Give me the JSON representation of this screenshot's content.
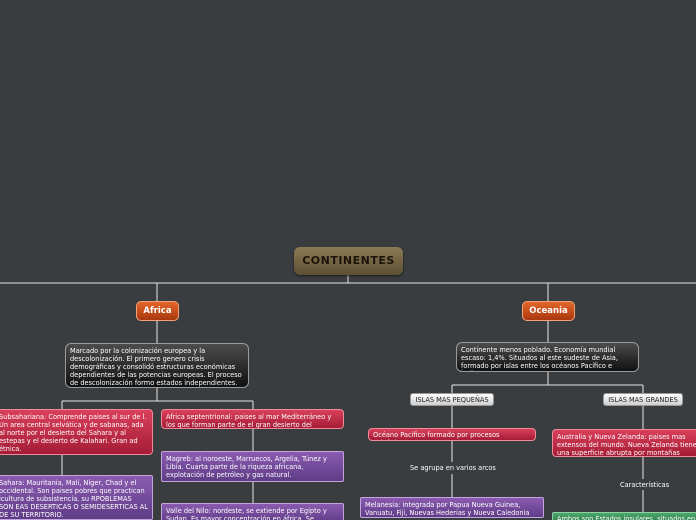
{
  "root": {
    "label": "CONTINENTES"
  },
  "africa": {
    "label": "Africa",
    "summary": "Marcado por la colonización europea y la descolonización. El primero genero crisis demográficas y consolidó estructuras económicas dependientes de las potencias europeas. El proceso de descolonización formo estados independientes.",
    "subsahariana": "Subsahariana: Comprende paises al sur de l. Un area central selvática y de sabanas, ada al norte por el desierto del Sahara y al estepas y el desierto de Kalahari. Gran ad étnica.",
    "septentrional": "Africa septentrional: paises al mar Mediterráneo y los que forman parte de el gran desierto del Sahara.",
    "sahara": "Sahara: Mauritania, Mali, Níger, Chad y el occidental. Son paises pobres que practican icultura de subsistencia. su RPOBLEMAS SON EAS DESERTICAS O SEMIDESERTICAS AL DE SU TERRITORIO.",
    "magreb": "Magreb: al noroeste, Marruecos, Argelia, Túnez y Libia. Cuarta parte de la riqueza africana, explotación de petróleo y gas natural.",
    "nilo": "Valle del Nilo: nordeste, se extiende por Egipto y Sudan. Es mayor concentración en áfrica. Se"
  },
  "oceania": {
    "label": "Oceania",
    "summary": "Continente menos poblado. Economía mundial escaso: 1,4%. Situados al este  sudeste de Asia, formado por islas entre los océanos Pacífico e Índico.",
    "pequenas": "ISLAS MAS PEQUEÑAS",
    "grandes": "ISLAS MAS GRANDES",
    "volcanicos": "Océano Pacifico formado por procesos volcánicos",
    "arcos": "Se agrupa en varios arcos",
    "melanesia": "Melanesia: integrada por Papua Nueva Guinea, Vanuatu, Fiji, Nuevas Hederias y Nueva Caledonia",
    "australia": "Australia y Nueva Zelanda: paises mas extensos del mundo. Nueva Zelanda tiene una superficie abrupta por montañas cubierta de vegetación.",
    "caracteristicas": "Características",
    "ambos": "Ambos son Estados insulares, situados en"
  },
  "colors": {
    "background": "#3a3d40",
    "topic": "#d9541f",
    "subtopic_red": "#c12d47",
    "subtopic_purple": "#7a4ea3",
    "black_node": "#1a1a1a",
    "root": "#7a6a48"
  }
}
